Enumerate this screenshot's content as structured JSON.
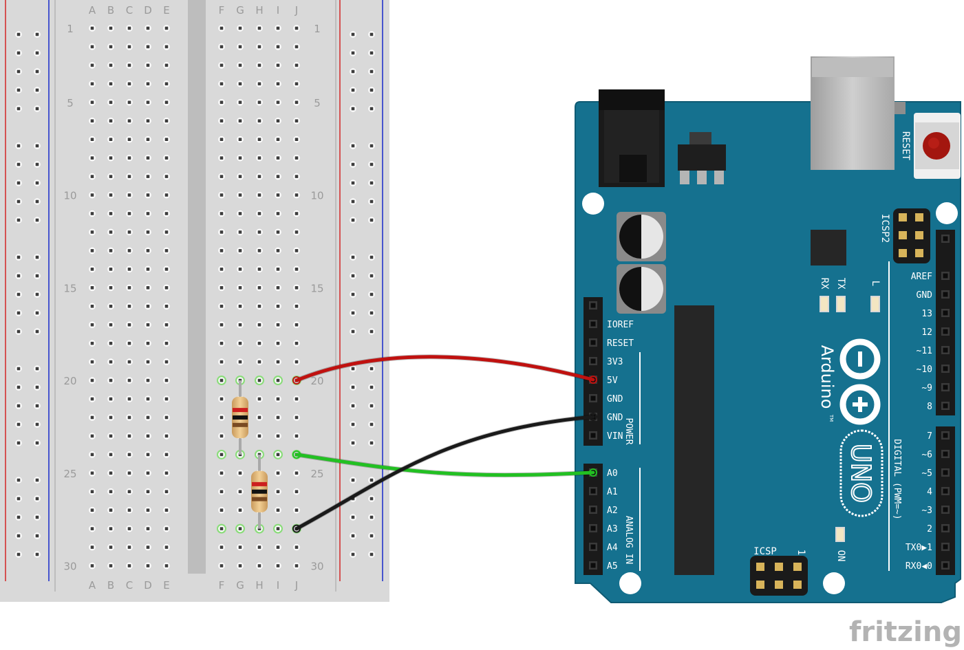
{
  "breadboard": {
    "left_columns": [
      "A",
      "B",
      "C",
      "D",
      "E"
    ],
    "right_columns": [
      "F",
      "G",
      "H",
      "I",
      "J"
    ],
    "rows": 30,
    "row_labels": [
      "1",
      "5",
      "10",
      "15",
      "20",
      "25",
      "30"
    ],
    "highlighted_rows": [
      20,
      24,
      28
    ],
    "colors": {
      "board": "#d9d9d9",
      "hole": "#3d3d3d",
      "rail_red": "#d32f2f",
      "rail_blue": "#2233cc",
      "highlight": "#7cdc6a",
      "label": "#9a9a9a",
      "trench": "#bdbdbd"
    }
  },
  "arduino": {
    "reset_label": "RESET",
    "icsp2_label": "ICSP2",
    "icsp_label": "ICSP",
    "icsp_pin1": "1",
    "led_labels": [
      "RX",
      "TX",
      "L"
    ],
    "on_label": "ON",
    "power_pins": [
      "IOREF",
      "RESET",
      "3V3",
      "5V",
      "GND",
      "GND",
      "VIN"
    ],
    "power_group_label": "POWER",
    "analog_pins": [
      "A0",
      "A1",
      "A2",
      "A3",
      "A4",
      "A5"
    ],
    "analog_group_label": "ANALOG IN",
    "digital_top_pins": [
      "AREF",
      "GND",
      "13",
      "12",
      "~11",
      "~10",
      "~9",
      "8"
    ],
    "digital_bottom_pins": [
      "7",
      "~6",
      "~5",
      "4",
      "~3",
      "2",
      "TX0▶1",
      "RX0◀0"
    ],
    "digital_group_label": "DIGITAL (PWM=~)",
    "brand": "Arduino",
    "trademark": "TM",
    "model": "UNO",
    "colors": {
      "board": "#15718f",
      "board_edge": "#0f5a73",
      "silk": "#ffffff",
      "header": "#1a1a1a"
    }
  },
  "wires": [
    {
      "name": "5v-wire",
      "color": "#c0110f",
      "from": "J20",
      "to": "5V"
    },
    {
      "name": "a0-wire",
      "color": "#22c022",
      "from": "J24",
      "to": "A0"
    },
    {
      "name": "gnd-wire",
      "color": "#1a1a1a",
      "from": "J28",
      "to": "GND"
    }
  ],
  "resistors": [
    {
      "name": "resistor-1",
      "column": "G",
      "from_row": 20,
      "to_row": 24
    },
    {
      "name": "resistor-2",
      "column": "H",
      "from_row": 24,
      "to_row": 28
    }
  ],
  "watermark": "fritzing"
}
